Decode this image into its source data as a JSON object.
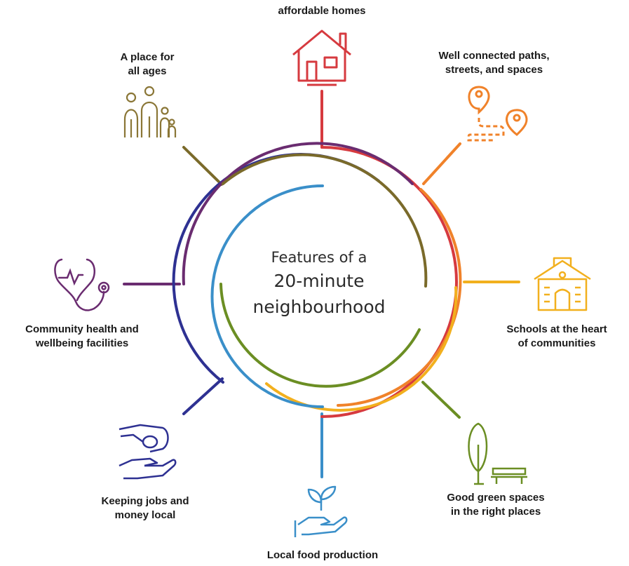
{
  "center": {
    "line1": "Features of a",
    "line2": "20-minute",
    "line3": "neighbourhood"
  },
  "features": [
    {
      "id": "homes",
      "lines": [
        "affordable homes"
      ],
      "color": "#d63a3f",
      "icon": "house-icon"
    },
    {
      "id": "paths",
      "lines": [
        "Well connected paths,",
        "streets, and spaces"
      ],
      "color": "#f0822a",
      "icon": "map-pin-route-icon"
    },
    {
      "id": "schools",
      "lines": [
        "Schools at the heart",
        "of communities"
      ],
      "color": "#f2b01e",
      "icon": "school-building-icon"
    },
    {
      "id": "green",
      "lines": [
        "Good green spaces",
        "in the right places"
      ],
      "color": "#6b8e23",
      "icon": "tree-bench-icon"
    },
    {
      "id": "food",
      "lines": [
        "Local food production"
      ],
      "color": "#3a8fc9",
      "icon": "seedling-hand-icon"
    },
    {
      "id": "jobs",
      "lines": [
        "Keeping jobs and",
        "money local"
      ],
      "color": "#2e3192",
      "icon": "hands-money-icon"
    },
    {
      "id": "health",
      "lines": [
        "Community health and",
        "wellbeing facilities"
      ],
      "color": "#6a2c70",
      "icon": "stethoscope-icon"
    },
    {
      "id": "ages",
      "lines": [
        "A place for",
        "all ages"
      ],
      "color": "#7a6a2a",
      "icon": "family-icon"
    }
  ]
}
